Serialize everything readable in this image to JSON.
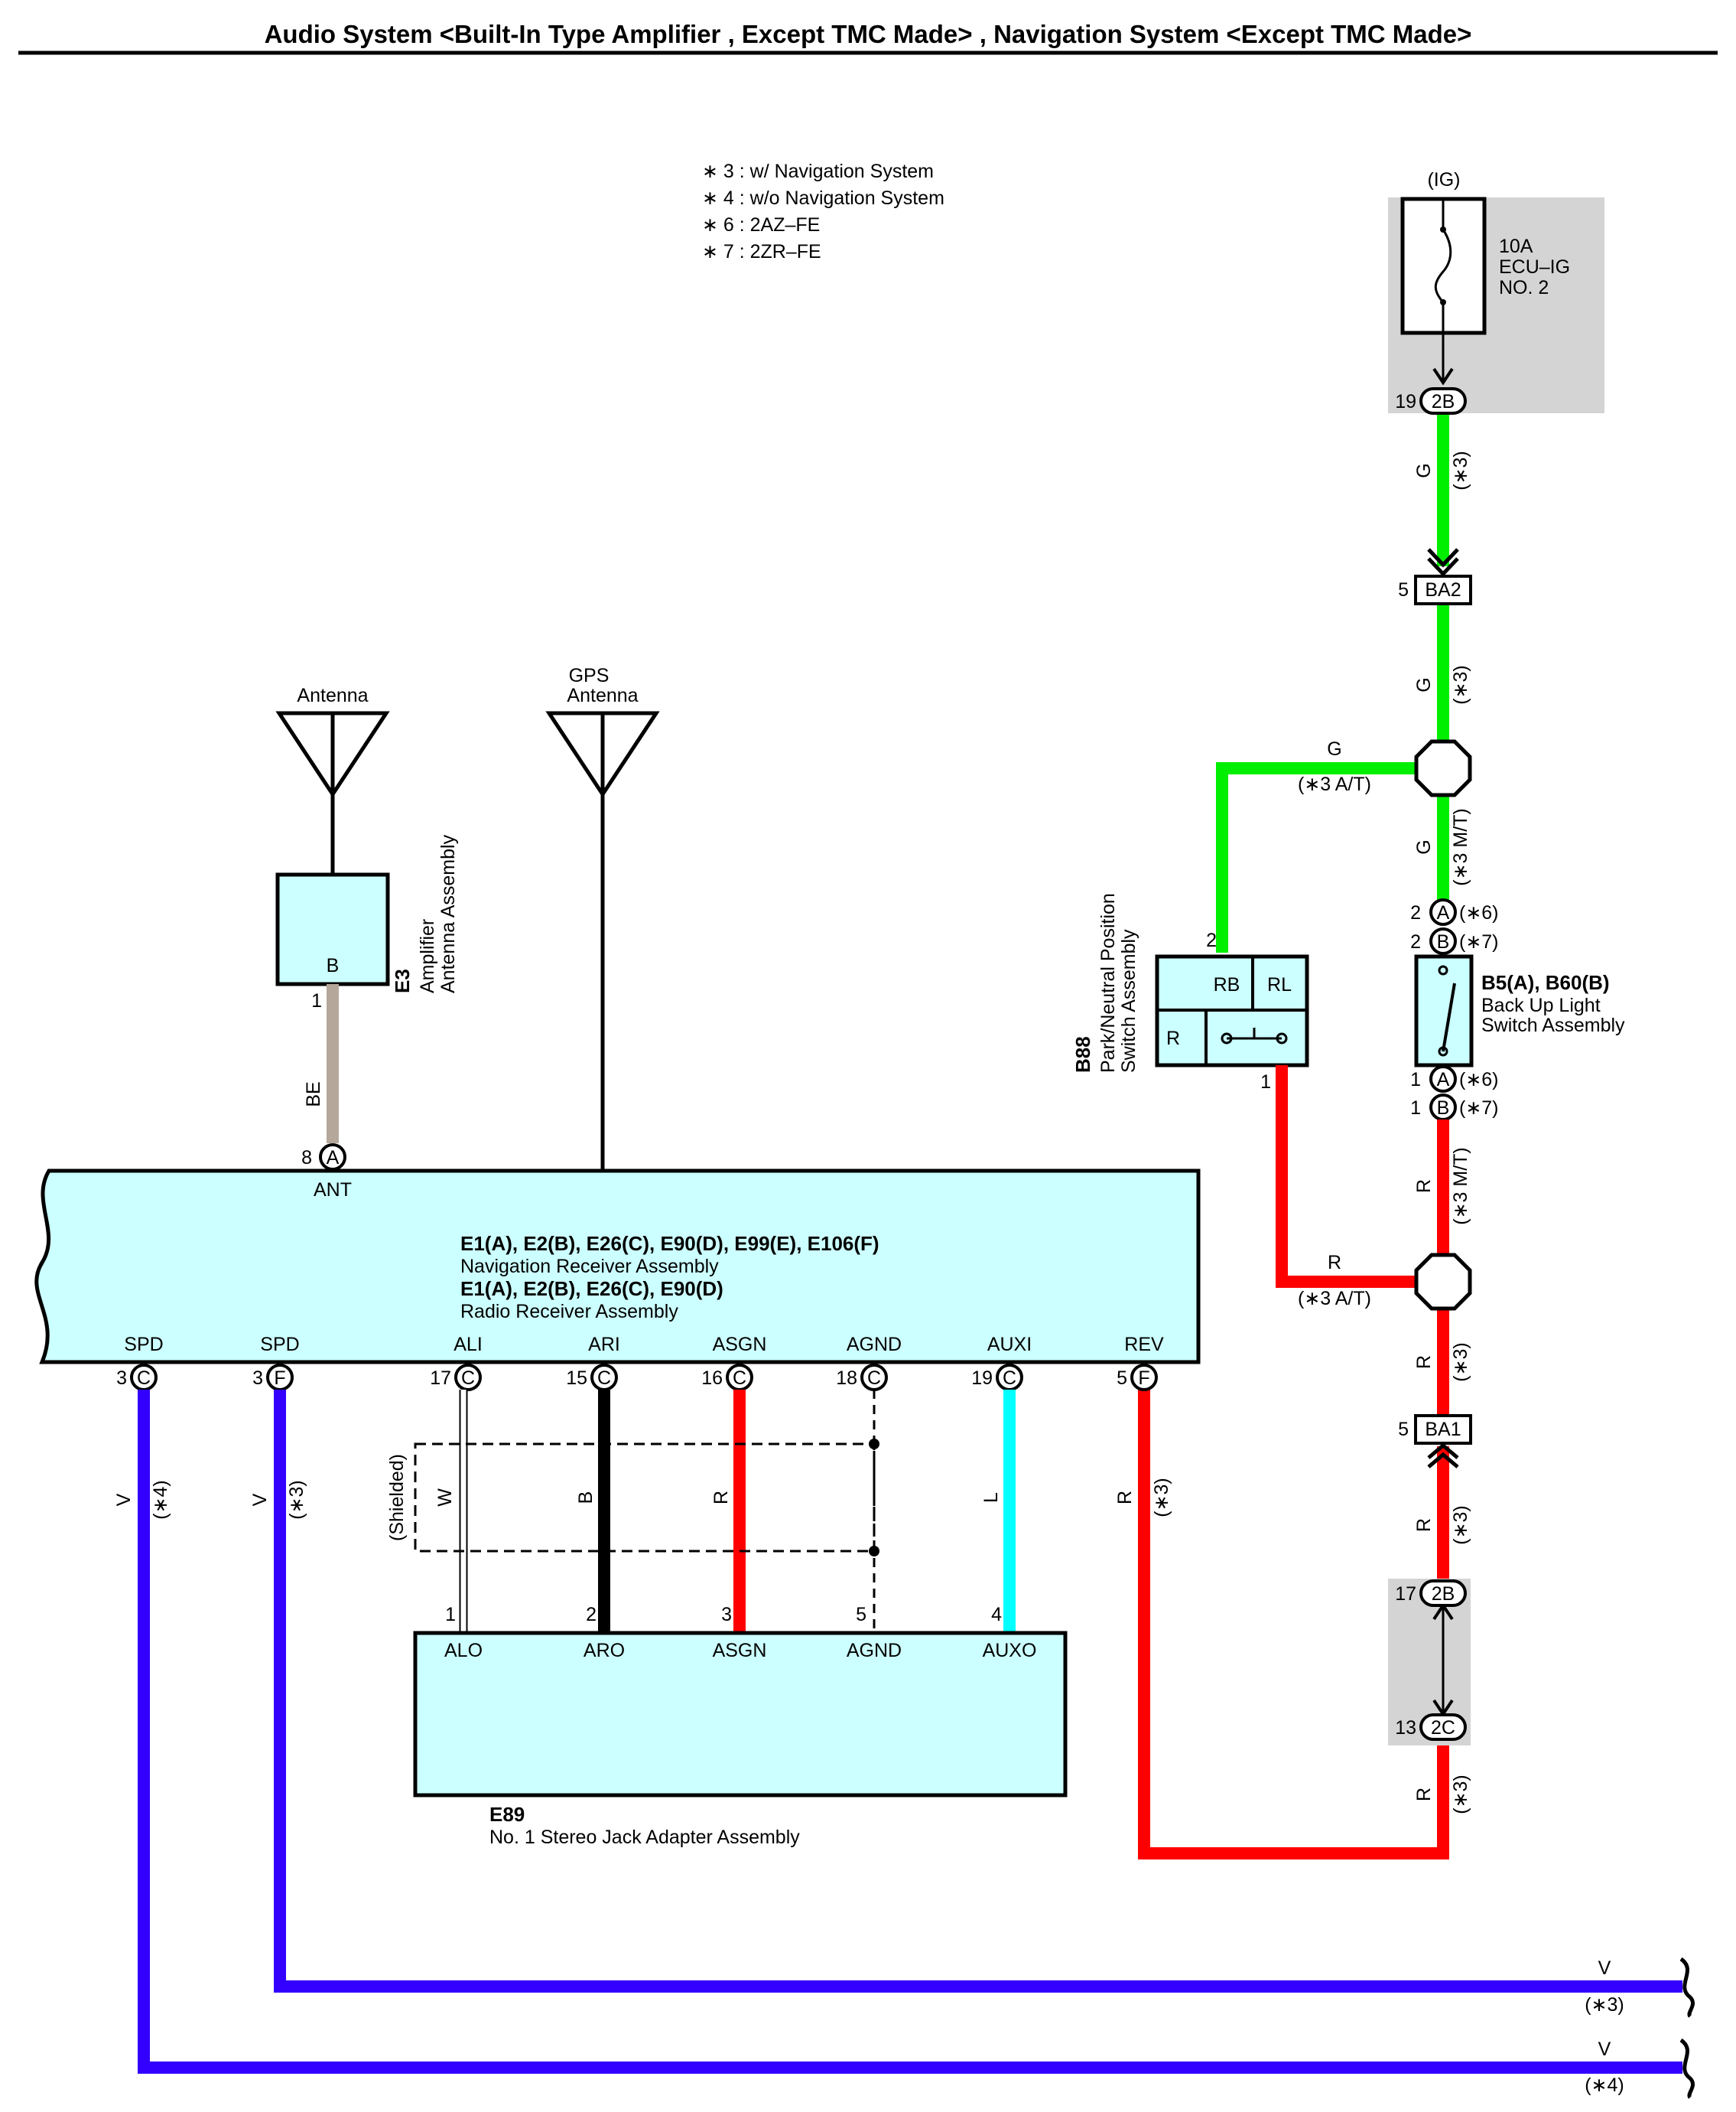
{
  "title": "Audio System <Built-In Type Amplifier , Except TMC Made> , Navigation System <Except TMC Made>",
  "notes": [
    "∗ 3 : w/ Navigation System",
    "∗ 4 : w/o Navigation System",
    "∗ 6 : 2AZ–FE",
    "∗ 7 : 2ZR–FE"
  ],
  "colors": {
    "green": "#00ee00",
    "red": "#ff0000",
    "purple": "#3300ff",
    "cyan": "#00ffff",
    "black": "#000000",
    "beige": "#b5a89a",
    "white": "#ffffff",
    "gray_box": "#d4d4d4",
    "component_fill": "#ccffff"
  },
  "fuse": {
    "group": "(IG)",
    "rating": "10A",
    "name": "ECU–IG",
    "no": "NO. 2"
  },
  "connectors": {
    "c19": {
      "pin": "19",
      "label": "2B"
    },
    "ba2": {
      "pin": "5",
      "label": "BA2"
    },
    "ba1": {
      "pin": "5",
      "label": "BA1"
    },
    "c17": {
      "pin": "17",
      "label": "2B"
    },
    "c13": {
      "pin": "13",
      "label": "2C"
    },
    "sw_top_a": {
      "pin": "2",
      "label": "A",
      "note": "(∗6)"
    },
    "sw_top_b": {
      "pin": "2",
      "label": "B",
      "note": "(∗7)"
    },
    "sw_bot_a": {
      "pin": "1",
      "label": "A",
      "note": "(∗6)"
    },
    "sw_bot_b": {
      "pin": "1",
      "label": "B",
      "note": "(∗7)"
    }
  },
  "wires": {
    "g1": {
      "color": "G",
      "note": "(∗3)"
    },
    "g2": {
      "color": "G",
      "note": "(∗3)"
    },
    "g_at": {
      "color": "G",
      "note": "(∗3 A/T)"
    },
    "g_mt": {
      "color": "G",
      "note": "(∗3 M/T)"
    },
    "r_mt": {
      "color": "R",
      "note": "(∗3 M/T)"
    },
    "r_at": {
      "color": "R",
      "note": "(∗3 A/T)"
    },
    "r1": {
      "color": "R",
      "note": "(∗3)"
    },
    "r2": {
      "color": "R",
      "note": "(∗3)"
    },
    "r3": {
      "color": "R",
      "note": "(∗3)"
    },
    "spd_c": {
      "color": "V",
      "note": "(∗4)"
    },
    "spd_f": {
      "color": "V",
      "note": "(∗3)"
    },
    "ali": {
      "color": "W"
    },
    "ari": {
      "color": "B"
    },
    "asgn": {
      "color": "R"
    },
    "auxi": {
      "color": "L"
    },
    "rev": {
      "color": "R",
      "note": "(∗3)"
    },
    "be": {
      "color": "BE"
    },
    "end3": {
      "color": "V",
      "note": "(∗3)"
    },
    "end4": {
      "color": "V",
      "note": "(∗4)"
    }
  },
  "antenna": {
    "label": "Antenna"
  },
  "gps_antenna": {
    "line1": "GPS",
    "line2": "Antenna"
  },
  "amp": {
    "pin_label": "B",
    "pin": "1",
    "code": "E3",
    "line1": "Amplifier",
    "line2": "Antenna Assembly"
  },
  "park_switch": {
    "code": "B88",
    "line1": "Park/Neutral Position",
    "line2": "Switch Assembly",
    "rb": "RB",
    "rl": "RL",
    "r": "R",
    "pin_top": "2",
    "pin_bot": "1"
  },
  "backup_switch": {
    "code": "B5(A), B60(B)",
    "line1": "Back Up Light",
    "line2": "Switch Assembly"
  },
  "nav": {
    "codes1": "E1(A), E2(B), E26(C), E90(D), E99(E), E106(F)",
    "name1": "Navigation Receiver Assembly",
    "codes2": "E1(A), E2(B), E26(C), E90(D)",
    "name2": "Radio Receiver Assembly",
    "ant": {
      "label": "ANT",
      "pin": "8",
      "conn": "A"
    },
    "terminals": [
      {
        "label": "SPD",
        "pin": "3",
        "conn": "C"
      },
      {
        "label": "SPD",
        "pin": "3",
        "conn": "F"
      },
      {
        "label": "ALI",
        "pin": "17",
        "conn": "C"
      },
      {
        "label": "ARI",
        "pin": "15",
        "conn": "C"
      },
      {
        "label": "ASGN",
        "pin": "16",
        "conn": "C"
      },
      {
        "label": "AGND",
        "pin": "18",
        "conn": "C"
      },
      {
        "label": "AUXI",
        "pin": "19",
        "conn": "C"
      },
      {
        "label": "REV",
        "pin": "5",
        "conn": "F"
      }
    ]
  },
  "jack": {
    "code": "E89",
    "name": "No. 1 Stereo Jack Adapter Assembly",
    "shielded": "(Shielded)",
    "terminals": [
      {
        "label": "ALO",
        "pin": "1"
      },
      {
        "label": "ARO",
        "pin": "2"
      },
      {
        "label": "ASGN",
        "pin": "3"
      },
      {
        "label": "AGND",
        "pin": "5"
      },
      {
        "label": "AUXO",
        "pin": "4"
      }
    ]
  }
}
